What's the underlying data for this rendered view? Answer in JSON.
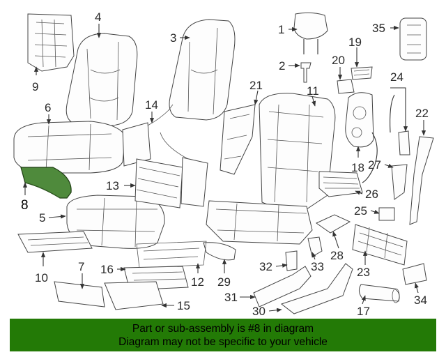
{
  "callouts": {
    "c1": "1",
    "c2": "2",
    "c3": "3",
    "c4": "4",
    "c5": "5",
    "c6": "6",
    "c7": "7",
    "c8": "8",
    "c9": "9",
    "c10": "10",
    "c11": "11",
    "c12": "12",
    "c13": "13",
    "c14": "14",
    "c15": "15",
    "c16": "16",
    "c17": "17",
    "c18": "18",
    "c19": "19",
    "c20": "20",
    "c21": "21",
    "c22": "22",
    "c23": "23",
    "c24": "24",
    "c25": "25",
    "c26": "26",
    "c27": "27",
    "c28": "28",
    "c29": "29",
    "c30": "30",
    "c31": "31",
    "c32": "32",
    "c33": "33",
    "c34": "34",
    "c35": "35"
  },
  "highlight": {
    "part_number": "8",
    "color": "#4f8a3c"
  },
  "banner": {
    "line1": "Part or sub-assembly is #8 in diagram",
    "line2": "Diagram may not be specific to your vehicle",
    "color": "#237a06"
  }
}
